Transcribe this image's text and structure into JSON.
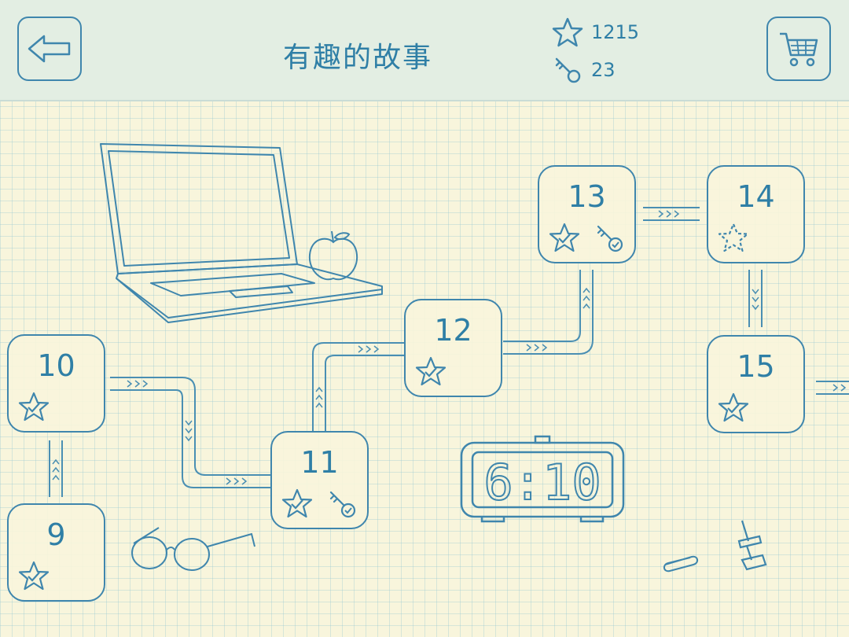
{
  "header": {
    "title": "有趣的故事",
    "stars_count": "1215",
    "keys_count": "23"
  },
  "icons": {
    "back": "back-arrow-icon",
    "shop": "shopping-cart-icon",
    "star": "star-icon",
    "key": "key-icon"
  },
  "colors": {
    "ink": "#2f7fa6",
    "paper": "#f8f5dc",
    "header_bg": "#e3eee3"
  },
  "clock": {
    "time": "6:10"
  },
  "levels": [
    {
      "number": "9",
      "star": "earned",
      "key": false
    },
    {
      "number": "10",
      "star": "earned",
      "key": false
    },
    {
      "number": "11",
      "star": "earned",
      "key": true
    },
    {
      "number": "12",
      "star": "earned",
      "key": false
    },
    {
      "number": "13",
      "star": "earned",
      "key": true
    },
    {
      "number": "14",
      "star": "empty",
      "key": false
    },
    {
      "number": "15",
      "star": "earned",
      "key": false
    }
  ]
}
